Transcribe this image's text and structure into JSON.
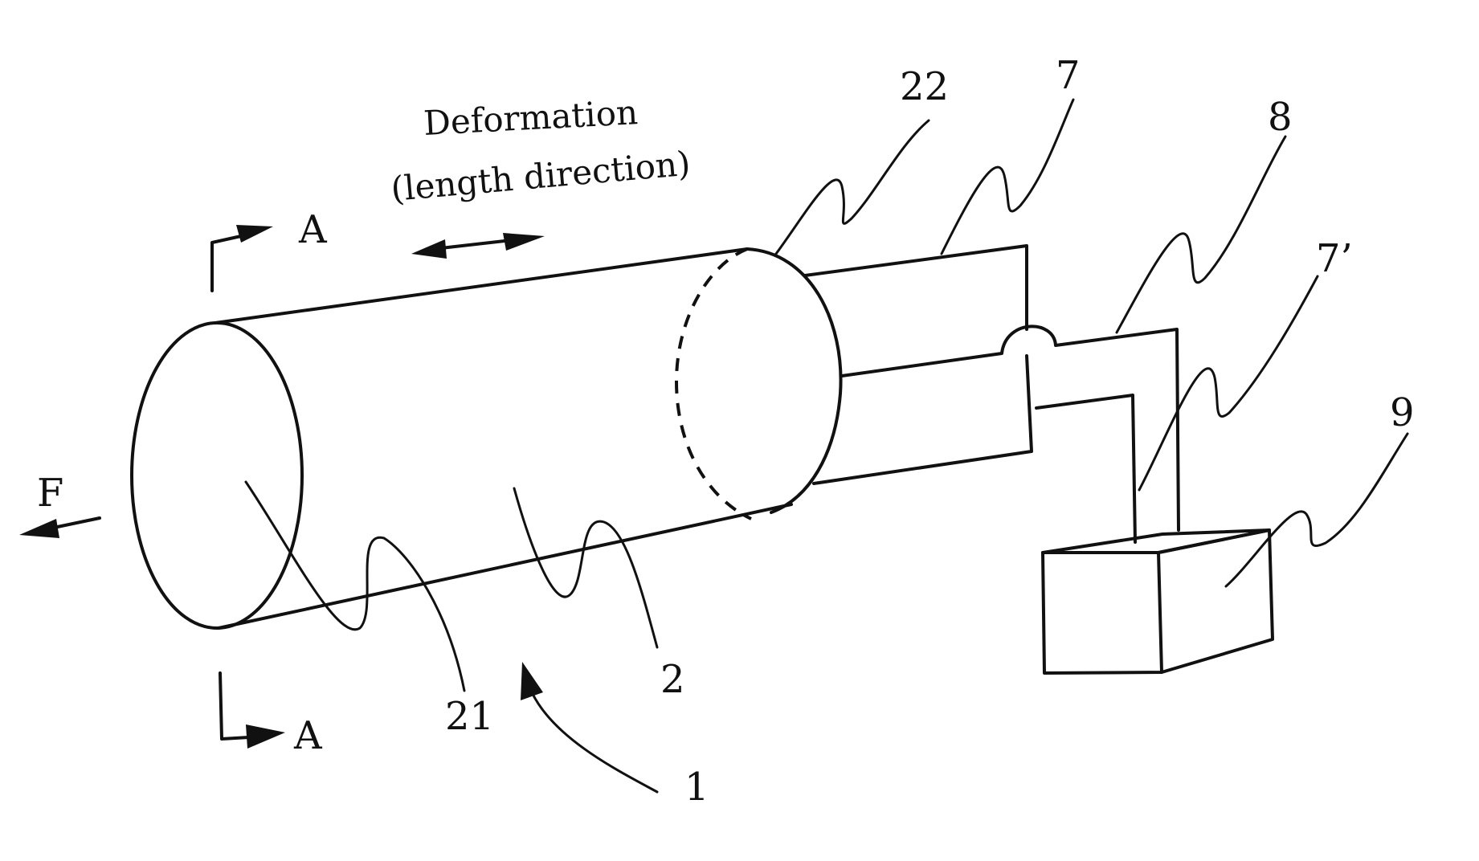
{
  "caption": {
    "line1": "Deformation",
    "line2": "(length direction)"
  },
  "section_marks": {
    "top": "A",
    "bottom": "A"
  },
  "force_label": "F",
  "reference_numerals": {
    "assembly": "1",
    "tube": "2",
    "end_face": "21",
    "far_end": "22",
    "lead_wire_1": "7",
    "lead_wire_2": "7’",
    "lead_wire_3": "8",
    "meter_box": "9"
  }
}
